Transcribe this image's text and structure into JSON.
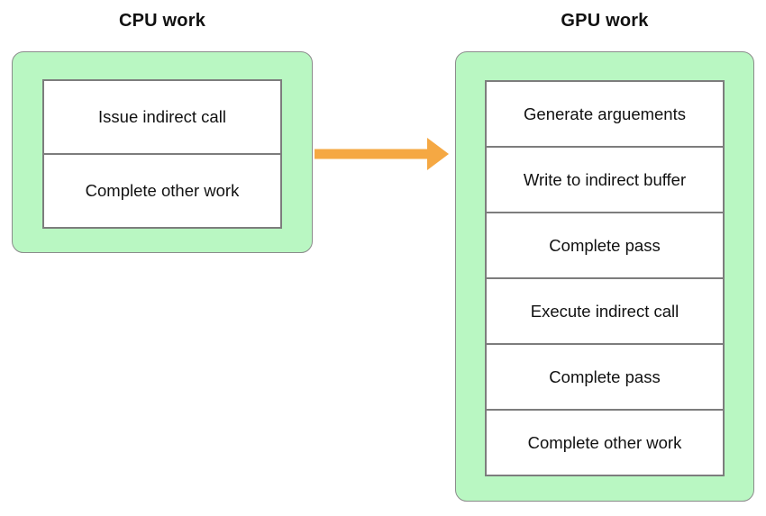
{
  "colors": {
    "group_fill": "#b9f7c2",
    "group_border": "#8b8b8b",
    "box_border": "#7d7d7d",
    "arrow_color": "#f5a843",
    "text_color": "#111111",
    "background": "#ffffff"
  },
  "cpu": {
    "title": "CPU work",
    "steps": [
      "Issue indirect call",
      "Complete other work"
    ]
  },
  "gpu": {
    "title": "GPU work",
    "steps": [
      "Generate arguements",
      "Write to indirect buffer",
      "Complete pass",
      "Execute indirect call",
      "Complete pass",
      "Complete other work"
    ]
  },
  "arrow": {
    "icon": "arrow-right-icon",
    "direction": "cpu-to-gpu"
  }
}
